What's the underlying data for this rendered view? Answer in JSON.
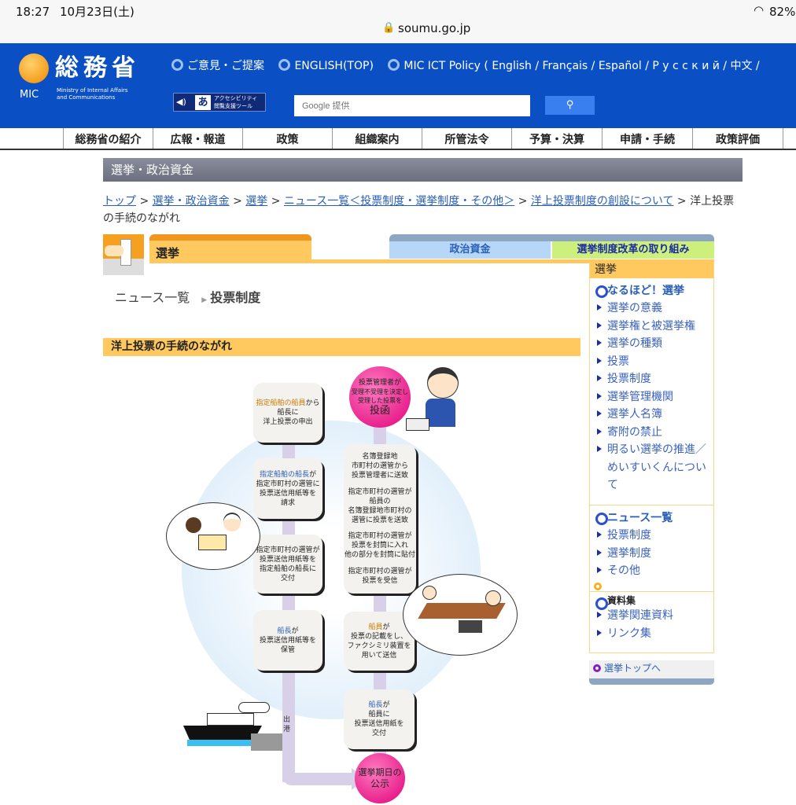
{
  "status_bar": {
    "time": "18:27",
    "date": "10月23日(土)",
    "url": "soumu.go.jp",
    "battery": "82%"
  },
  "header": {
    "logo_kanji": "総務省",
    "logo_abbr": "MIC",
    "logo_en_1": "Ministry of Internal Affairs",
    "logo_en_2": "and Communications",
    "links": [
      "ご意見・ご提案",
      "ENGLISH(TOP)",
      "MIC ICT Policy ( English / Français / Español / Р у с с к и й / 中文 / "
    ],
    "accessibility_label_1": "アクセシビリティ",
    "accessibility_label_2": "閲覧支援ツール",
    "accessibility_icon_text": "あ",
    "search_placeholder": "Google 提供"
  },
  "nav": [
    "総務省の紹介",
    "広報・報道",
    "政策",
    "組織案内",
    "所管法令",
    "予算・決算",
    "申請・手続",
    "政策評価"
  ],
  "section_title": "選挙・政治資金",
  "breadcrumb": {
    "links": [
      "トップ",
      "選挙・政治資金",
      "選挙",
      "ニュース一覧＜投票制度・選挙制度・その他＞",
      "洋上投票制度の創設について"
    ],
    "current_1": "洋上投票",
    "current_2": "の手続のながれ",
    "sep": ">"
  },
  "tabs": {
    "main": "選挙",
    "political_funds": "政治資金",
    "reform": "選挙制度改革の取り組み"
  },
  "subnav": {
    "parent": "ニュース一覧",
    "current": "投票制度"
  },
  "content_heading": "洋上投票の手続のながれ",
  "diagram": {
    "left_steps": [
      {
        "hl": "指定船舶の船員",
        "rest": "から",
        "lines": [
          "船長に",
          "洋上投票の申出"
        ]
      },
      {
        "hl": "指定船舶の船長",
        "rest": "が",
        "lines": [
          "指定市町村の選管に",
          "投票送信用紙等を",
          "請求"
        ]
      },
      {
        "hl": "",
        "rest": "",
        "lines": [
          "指定市町村の選管が",
          "投票送信用紙等を",
          "指定船舶の船長に",
          "交付"
        ]
      },
      {
        "hl": "船長",
        "rest": "が",
        "lines": [
          "投票送信用紙等を",
          "保管"
        ]
      }
    ],
    "right_top_circle": [
      "投票管理者が",
      "受理不受理を決定し",
      "受理した投票を",
      "投函"
    ],
    "right_stack": [
      [
        "名簿登録地",
        "市町村の選管から",
        "投票管理者に送致"
      ],
      [
        "指定市町村の選管が",
        "船員の",
        "名簿登録地市町村の",
        "選管に投票を送致"
      ],
      [
        "指定市町村の選管が",
        "投票を封筒に入れ",
        "他の部分を封筒に貼付"
      ],
      [
        "指定市町村の選管が",
        "投票を受信"
      ]
    ],
    "right_fax": {
      "hl": "船員",
      "rest": "が",
      "lines": [
        "投票の記載をし、",
        "ファクシミリ装置を",
        "用いて送信"
      ]
    },
    "right_issue": {
      "hl": "船長",
      "rest": "が",
      "lines": [
        "船員に",
        "投票送信用紙を",
        "交付"
      ]
    },
    "bottom_circle": [
      "選挙期日の",
      "公示"
    ],
    "departure": "出港"
  },
  "sidebar": {
    "header": "選挙",
    "group1_title": "なるほど！選挙",
    "group1_items": [
      "選挙の意義",
      "選挙権と被選挙権",
      "選挙の種類",
      "投票",
      "投票制度",
      "選挙管理機関",
      "選挙人名簿",
      "寄附の禁止",
      "明るい選挙の推進／めいすいくんについて"
    ],
    "group2_title": "ニュース一覧",
    "group2_items": [
      "投票制度",
      "選挙制度",
      "その他"
    ],
    "group3_title": "資料集",
    "group3_items": [
      "選挙関連資料",
      "リンク集"
    ],
    "top_link": "選挙トップへ"
  }
}
